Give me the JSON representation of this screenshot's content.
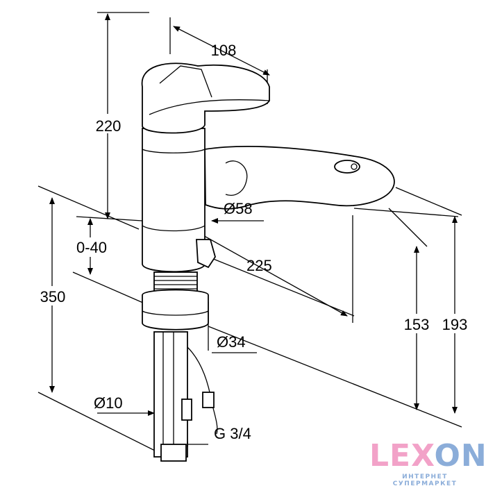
{
  "dimensions": {
    "width_108": "108",
    "height_220": "220",
    "range_0_40": "0-40",
    "height_350": "350",
    "diameter_58": "Ø58",
    "reach_225": "225",
    "diameter_34": "Ø34",
    "height_153": "153",
    "height_193": "193",
    "diameter_10": "Ø10",
    "thread_g34": "G 3/4"
  },
  "logo": {
    "text_pink": "LEX",
    "text_blue": "ON",
    "subtitle": "ИНТЕРНЕТ СУПЕРМАРКЕТ"
  },
  "colors": {
    "logo_pink": "#f2a2c8",
    "logo_blue": "#8badd9"
  }
}
